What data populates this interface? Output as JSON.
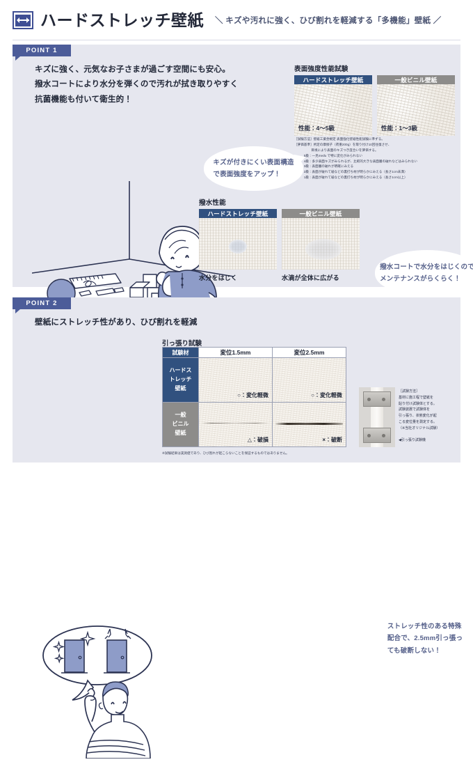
{
  "header": {
    "icon": "stretch-arrow-icon",
    "title": "ハードストレッチ壁紙",
    "tagline": "＼ キズや汚れに強く、ひび割れを軽減する「多機能」壁紙 ／",
    "accent_color": "#3f4f94"
  },
  "colors": {
    "panel_bg": "#e6e7ef",
    "badge_blue": "#4c5c99",
    "table_header_blue": "#31517f",
    "table_header_gray": "#8d8c8a",
    "bubble_text": "#55608a"
  },
  "point1": {
    "badge": "POINT 1",
    "lead_lines": [
      "キズに強く、元気なお子さまが過ごす空間にも安心。",
      "撥水コートにより水分を弾くので汚れが拭き取りやすく",
      "抗菌機能も付いて衛生的！"
    ],
    "illustration": "child-playing-blocks-illustration",
    "bubble": {
      "lines": [
        "キズが付きにくい表面構造",
        "で表面強度をアップ！"
      ]
    },
    "strength_test": {
      "title": "表面強度性能試験",
      "columns": [
        {
          "label": "ハードストレッチ壁紙",
          "style": "blue",
          "caption": "性能：4〜5級",
          "surface": "coarse-embossed-swatch"
        },
        {
          "label": "一般ビニル壁紙",
          "style": "gray",
          "caption": "性能：1〜3級",
          "surface": "coarse-embossed-swatch"
        }
      ],
      "fineprint": [
        "［試験方法］壁紙工業会規定 表面強化壁紙性能試験に準ずる。",
        "［評価基準］所定の摩擦子（荷重200g）を取り付け10回往復させ、",
        "　　　　　 目視により表面のキズつき度合いを評価する。",
        "　　　5級：一見među で特に変化がみられない",
        "　　　4級：多少表面キズがみられるが、比較的大きな表面層の破れなどはみられない",
        "　　　3級：表面層の破れが明確にみえる",
        "　　　2級：表面が破れて紙などの裏打ち材が明らかにみえる（長さ1cm未満）",
        "　　　1級：表面が破れて紙などの裏打ち材が明らかにみえる（長さ1cm以上）"
      ]
    },
    "water_test": {
      "title": "撥水性能",
      "columns": [
        {
          "label": "ハードストレッチ壁紙",
          "style": "blue",
          "caption": "水分をはじく",
          "surface": "fine-weave-swatch",
          "droplet": "beaded"
        },
        {
          "label": "一般ビニル壁紙",
          "style": "gray",
          "caption": "水滴が全体に広がる",
          "surface": "fine-weave-swatch",
          "droplet": "spread"
        }
      ]
    },
    "bubble2": {
      "lines": [
        "撥水コートで水分をはじくので",
        "メンテナンスがらくらく！"
      ]
    }
  },
  "point2": {
    "badge": "POINT 2",
    "lead_lines": [
      "壁紙にストレッチ性があり、ひび割れを軽減"
    ],
    "illustration": "man-pointing-thought-bubble-doors-illustration",
    "bubble": {
      "lines": [
        "ストレッチ性のある特殊",
        "配合で、2.5mm引っ張っ",
        "ても破断しない！"
      ]
    },
    "stretch_test": {
      "title": "引っ張り試験",
      "header_corner": "試験材",
      "column_headers": [
        "変位1.5mm",
        "変位2.5mm"
      ],
      "rows": [
        {
          "material": "ハードス\nトレッチ\n壁紙",
          "style": "blue",
          "cells": [
            {
              "mark": "○：変化軽微",
              "crack": "none"
            },
            {
              "mark": "○：変化軽微",
              "crack": "none"
            }
          ]
        },
        {
          "material": "一般\nビニル\n壁紙",
          "style": "gray",
          "cells": [
            {
              "mark": "△：破損",
              "crack": "thin"
            },
            {
              "mark": "×：破断",
              "crack": "thick"
            }
          ]
        }
      ],
      "note": "※試験結果は実測値であり、ひび割れが起こらないことを保証するものではありません。"
    },
    "apparatus": {
      "image": "tensile-test-jig-photo",
      "text_lines": [
        "［試験方法］",
        "基材に施工程で壁紙を",
        "貼り付け試験体とする。",
        "試験装置で試験体を",
        "引っ張り、状態変化が起",
        "こる変位量を測定する。",
        "（※当社オリジナル試験）"
      ],
      "caption": "◀引っ張り試験機"
    }
  }
}
